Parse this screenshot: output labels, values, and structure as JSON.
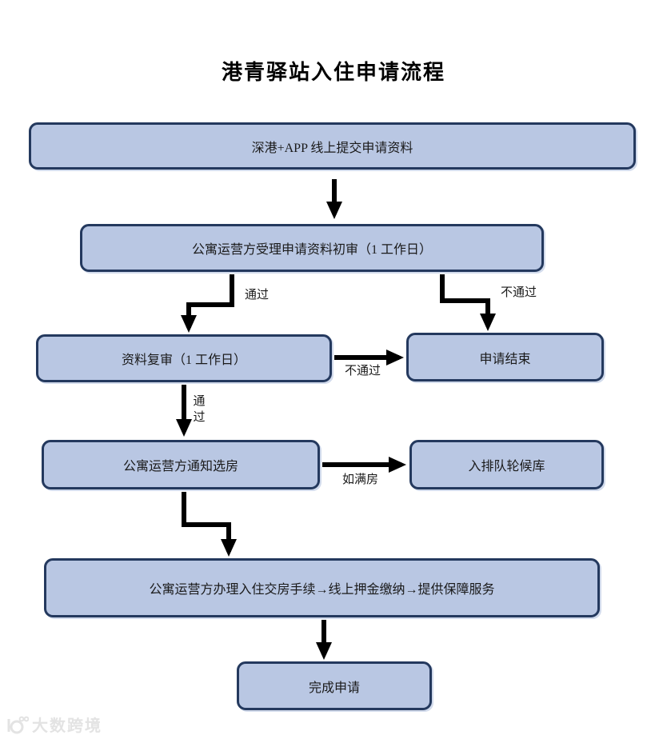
{
  "title": "港青驿站入住申请流程",
  "nodes": {
    "submit": "深港+APP 线上提交申请资料",
    "initial": "公寓运营方受理申请资料初审（1 工作日）",
    "recheck": "资料复审（1 工作日）",
    "end": "申请结束",
    "notify": "公寓运营方通知选房",
    "queue": "入排队轮候库",
    "handover": "公寓运营方办理入住交房手续→线上押金缴纳→提供保障服务",
    "complete": "完成申请"
  },
  "edge_labels": {
    "pass_initial": "通过",
    "fail_initial": "不通过",
    "fail_recheck": "不通过",
    "pass_recheck": "通过",
    "if_full": "如满房"
  },
  "colors": {
    "box_fill": "#b9c7e3",
    "box_border": "#24395e",
    "arrow": "#000000",
    "title_text": "#000000",
    "watermark": "#e3e3e3"
  },
  "watermark": {
    "text": "大数跨境"
  }
}
